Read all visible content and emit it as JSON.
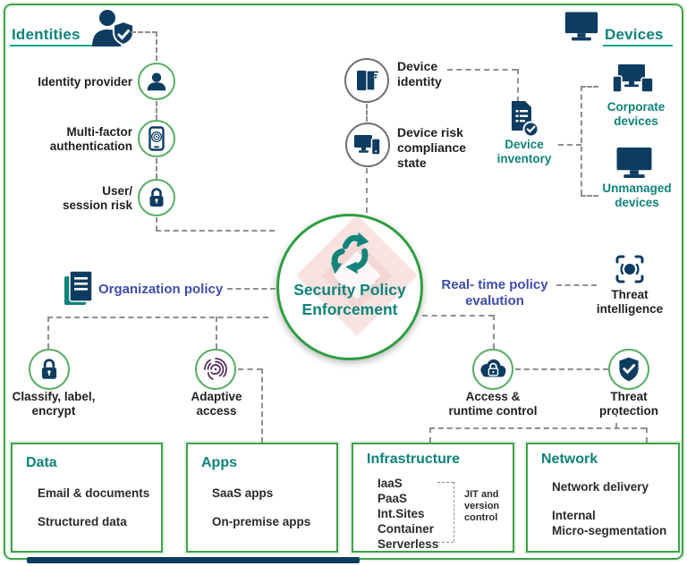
{
  "palette": {
    "teal": "#0E837A",
    "navy": "#0D3C61",
    "blue": "#3D4DA8",
    "green_border": "#3FA24B",
    "purple": "#55275B",
    "dash_gray": "#8F8F8F"
  },
  "identities": {
    "title": "Identities",
    "nodes": [
      {
        "icon": "user-icon",
        "label": "Identity provider"
      },
      {
        "icon": "mfa-phone-icon",
        "label": "Multi-factor\nauthentication"
      },
      {
        "icon": "padlock-icon",
        "label": "User/\nsession risk"
      }
    ]
  },
  "device_signals": [
    {
      "icon": "device-identity-icon",
      "label": "Device\nidentity"
    },
    {
      "icon": "device-risk-icon",
      "label": "Device risk\ncompliance\nstate"
    }
  ],
  "devices": {
    "title": "Devices",
    "inventory_label": "Device\ninventory",
    "corporate_label": "Corporate\ndevices",
    "unmanaged_label": "Unmanaged\ndevices"
  },
  "center": {
    "title": "Security Policy\nEnforcement",
    "icon": "recycle-arrows-icon"
  },
  "policies": {
    "organization_label": "Organization policy",
    "realtime_label": "Real- time policy\nevalution",
    "threat_intelligence_label": "Threat\nintelligence"
  },
  "controls": {
    "classify_label": "Classify, label,\nencrypt",
    "adaptive_label": "Adaptive\naccess",
    "access_label": "Access &\nruntime control",
    "threat_label": "Threat\nprotection"
  },
  "resources": {
    "data": {
      "title": "Data",
      "items": [
        "Email & documents",
        "Structured data"
      ]
    },
    "apps": {
      "title": "Apps",
      "items": [
        "SaaS apps",
        "On-premise apps"
      ]
    },
    "infrastructure": {
      "title": "Infrastructure",
      "items": [
        "IaaS",
        "PaaS",
        "Int.Sites",
        "Container",
        "Serverless"
      ],
      "note": "JIT and\nversion\ncontrol"
    },
    "network": {
      "title": "Network",
      "items": [
        "Network delivery",
        "Internal\nMicro-segmentation"
      ]
    }
  }
}
